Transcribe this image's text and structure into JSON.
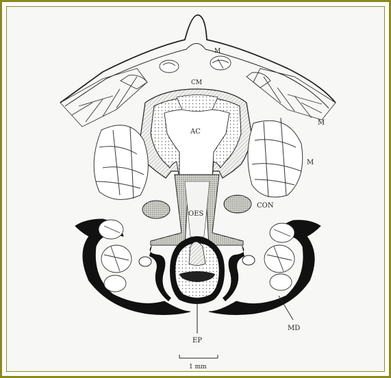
{
  "labels": {
    "m_top": "M",
    "m_right_top": "M",
    "m_right_mid": "M",
    "cm": "CM",
    "ac": "AC",
    "oes": "OES",
    "con": "CON",
    "ep": "EP",
    "md": "MD"
  },
  "scale_bar": {
    "label": "1 mm"
  },
  "colors": {
    "frame": "#8a8a1e",
    "ink": "#222222",
    "paper": "#f7f7f5"
  }
}
